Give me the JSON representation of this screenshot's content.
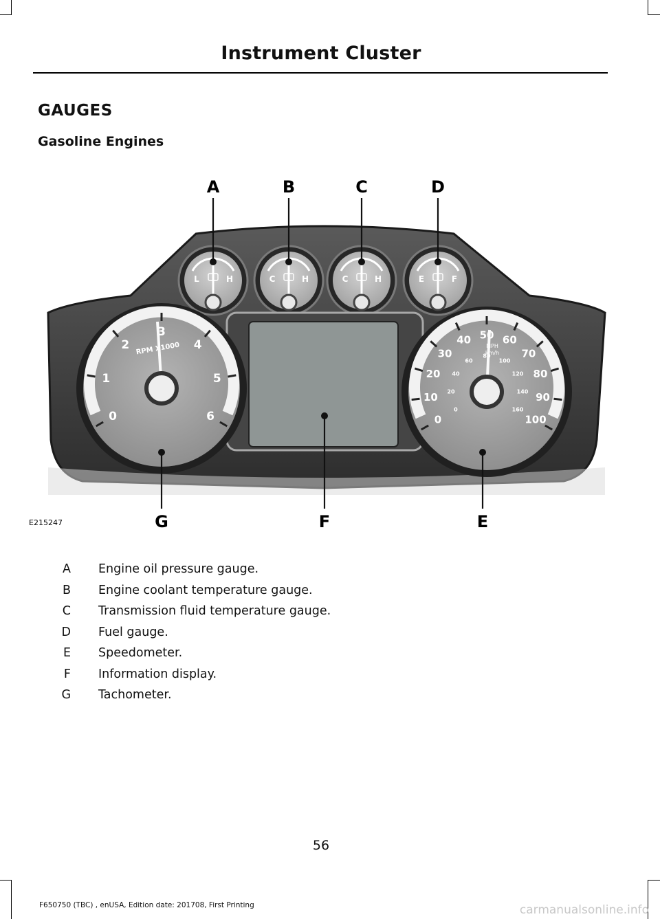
{
  "header": {
    "title": "Instrument Cluster"
  },
  "section": {
    "title": "GAUGES",
    "subtitle": "Gasoline Engines"
  },
  "figure": {
    "callouts": [
      "A",
      "B",
      "C",
      "D",
      "E",
      "F",
      "G"
    ],
    "image_code": "E215247",
    "small_gauges": [
      {
        "left": "L",
        "right": "H",
        "icon": "oil-can-icon"
      },
      {
        "left": "C",
        "right": "H",
        "icon": "coolant-thermometer-icon"
      },
      {
        "left": "C",
        "right": "H",
        "icon": "transmission-gear-icon"
      },
      {
        "left": "E",
        "right": "F",
        "icon": "fuel-pump-icon"
      }
    ],
    "tachometer": {
      "label": "RPM X1000",
      "ticks": [
        "0",
        "1",
        "2",
        "3",
        "4",
        "5",
        "6"
      ]
    },
    "speedometer": {
      "mph_label": "MPH",
      "kmh_label": "km/h",
      "mph_ticks": [
        "0",
        "10",
        "20",
        "30",
        "40",
        "50",
        "60",
        "70",
        "80",
        "90",
        "100"
      ],
      "kmh_ticks": [
        "0",
        "20",
        "40",
        "60",
        "80",
        "100",
        "120",
        "140",
        "160"
      ]
    }
  },
  "legend": [
    {
      "key": "A",
      "text": "Engine oil pressure gauge."
    },
    {
      "key": "B",
      "text": "Engine coolant temperature gauge."
    },
    {
      "key": "C",
      "text": "Transmission fluid temperature gauge."
    },
    {
      "key": "D",
      "text": "Fuel gauge."
    },
    {
      "key": "E",
      "text": "Speedometer."
    },
    {
      "key": "F",
      "text": "Information display."
    },
    {
      "key": "G",
      "text": "Tachometer."
    }
  ],
  "page_number": "56",
  "footer": "F650750 (TBC) , enUSA, Edition date: 201708, First Printing",
  "watermark": "carmanualsonline.info"
}
